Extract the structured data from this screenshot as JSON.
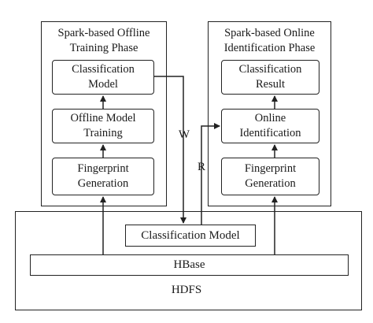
{
  "offline_panel": {
    "title": "Spark-based Offline\nTraining Phase",
    "boxes": {
      "classification_model": "Classification\nModel",
      "offline_model_training": "Offline Model\nTraining",
      "fingerprint_generation": "Fingerprint\nGeneration"
    }
  },
  "online_panel": {
    "title": "Spark-based Online\nIdentification Phase",
    "boxes": {
      "classification_result": "Classification\nResult",
      "online_identification": "Online\nIdentification",
      "fingerprint_generation": "Fingerprint\nGeneration"
    }
  },
  "storage": {
    "classification_model": "Classification Model",
    "hbase": "HBase",
    "hdfs": "HDFS"
  },
  "edge_labels": {
    "write": "W",
    "read": "R"
  }
}
